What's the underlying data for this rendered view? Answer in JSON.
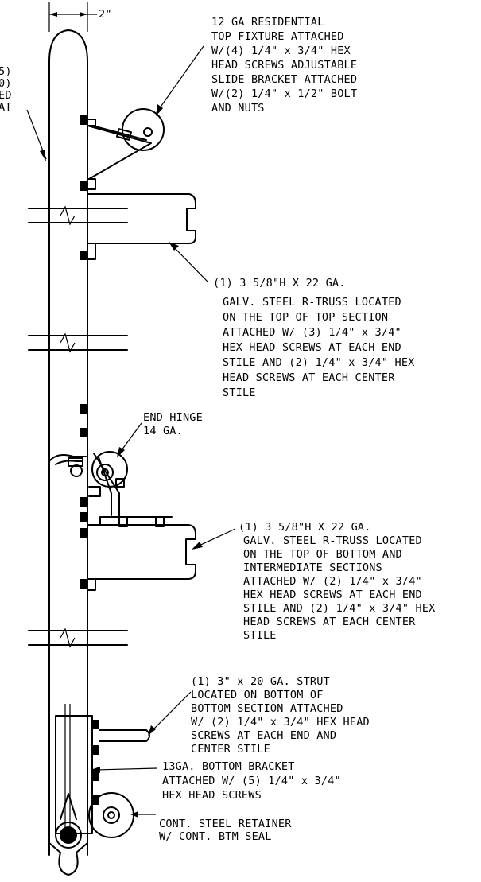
{
  "dimension": {
    "label": "2\""
  },
  "partial_label": {
    "lines": [
      "5)",
      "0)",
      "ED",
      "AT"
    ]
  },
  "notes": {
    "top_fixture": {
      "lines": [
        "12 GA RESIDENTIAL",
        "TOP FIXTURE ATTACHED",
        "W/(4) 1/4\" x 3/4\" HEX",
        "HEAD SCREWS ADJUSTABLE",
        "SLIDE BRACKET ATTACHED",
        "W/(2) 1/4\" x 1/2\" BOLT",
        "AND NUTS"
      ]
    },
    "top_truss": {
      "lines": [
        "(1) 3 5/8\"H X 22 GA.",
        "GALV. STEEL R-TRUSS LOCATED",
        "ON THE TOP OF TOP SECTION",
        "ATTACHED W/ (3) 1/4\" x 3/4\"",
        "HEX HEAD SCREWS AT EACH END",
        "STILE AND (2) 1/4\" x 3/4\" HEX",
        "HEAD SCREWS AT EACH CENTER",
        "STILE"
      ]
    },
    "end_hinge": {
      "lines": [
        "END HINGE",
        "14 GA."
      ]
    },
    "bottom_truss": {
      "lines": [
        "(1) 3 5/8\"H X 22 GA.",
        "GALV. STEEL R-TRUSS LOCATED",
        "ON THE TOP OF BOTTOM AND",
        "INTERMEDIATE SECTIONS",
        "ATTACHED W/ (2) 1/4\" x 3/4\"",
        "HEX HEAD SCREWS AT EACH END",
        "STILE AND (2) 1/4\" x 3/4\" HEX",
        "HEAD SCREWS AT EACH CENTER",
        "STILE"
      ]
    },
    "strut": {
      "lines": [
        "(1) 3\" x 20 GA. STRUT",
        "LOCATED ON BOTTOM OF",
        "BOTTOM SECTION ATTACHED",
        "W/ (2) 1/4\" x 3/4\" HEX HEAD",
        "SCREWS AT EACH END AND",
        "CENTER STILE"
      ]
    },
    "bottom_bracket": {
      "lines": [
        "13GA. BOTTOM BRACKET",
        "ATTACHED W/ (5) 1/4\" x 3/4\"",
        "HEX HEAD SCREWS"
      ]
    },
    "retainer": {
      "lines": [
        "CONT. STEEL RETAINER",
        "W/ CONT. BTM SEAL"
      ]
    }
  }
}
